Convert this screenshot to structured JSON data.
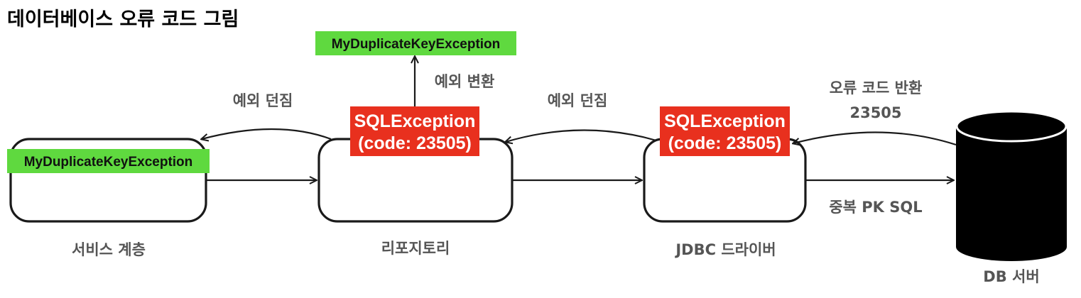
{
  "title": "데이터베이스 오류 코드 그림",
  "nodes": {
    "service": {
      "label": "서비스 계층"
    },
    "repository": {
      "label": "리포지토리"
    },
    "jdbc": {
      "label": "JDBC 드라이버"
    },
    "db": {
      "label": "DB 서버"
    }
  },
  "badges": {
    "service_exception": "MyDuplicateKeyException",
    "converted_exception": "MyDuplicateKeyException",
    "repository_sql_line1": "SQLException",
    "repository_sql_line2": "(code: 23505)",
    "jdbc_sql_line1": "SQLException",
    "jdbc_sql_line2": "(code: 23505)"
  },
  "edges": {
    "repo_to_service": "예외 던짐",
    "convert": "예외 변환",
    "jdbc_to_repo": "예외 던짐",
    "db_return_line1": "오류 코드 반환",
    "db_return_line2": "23505",
    "jdbc_to_db": "중복 PK SQL"
  },
  "colors": {
    "green_badge": "#5fd93f",
    "red_badge": "#e8301e",
    "label_gray": "#555555"
  }
}
